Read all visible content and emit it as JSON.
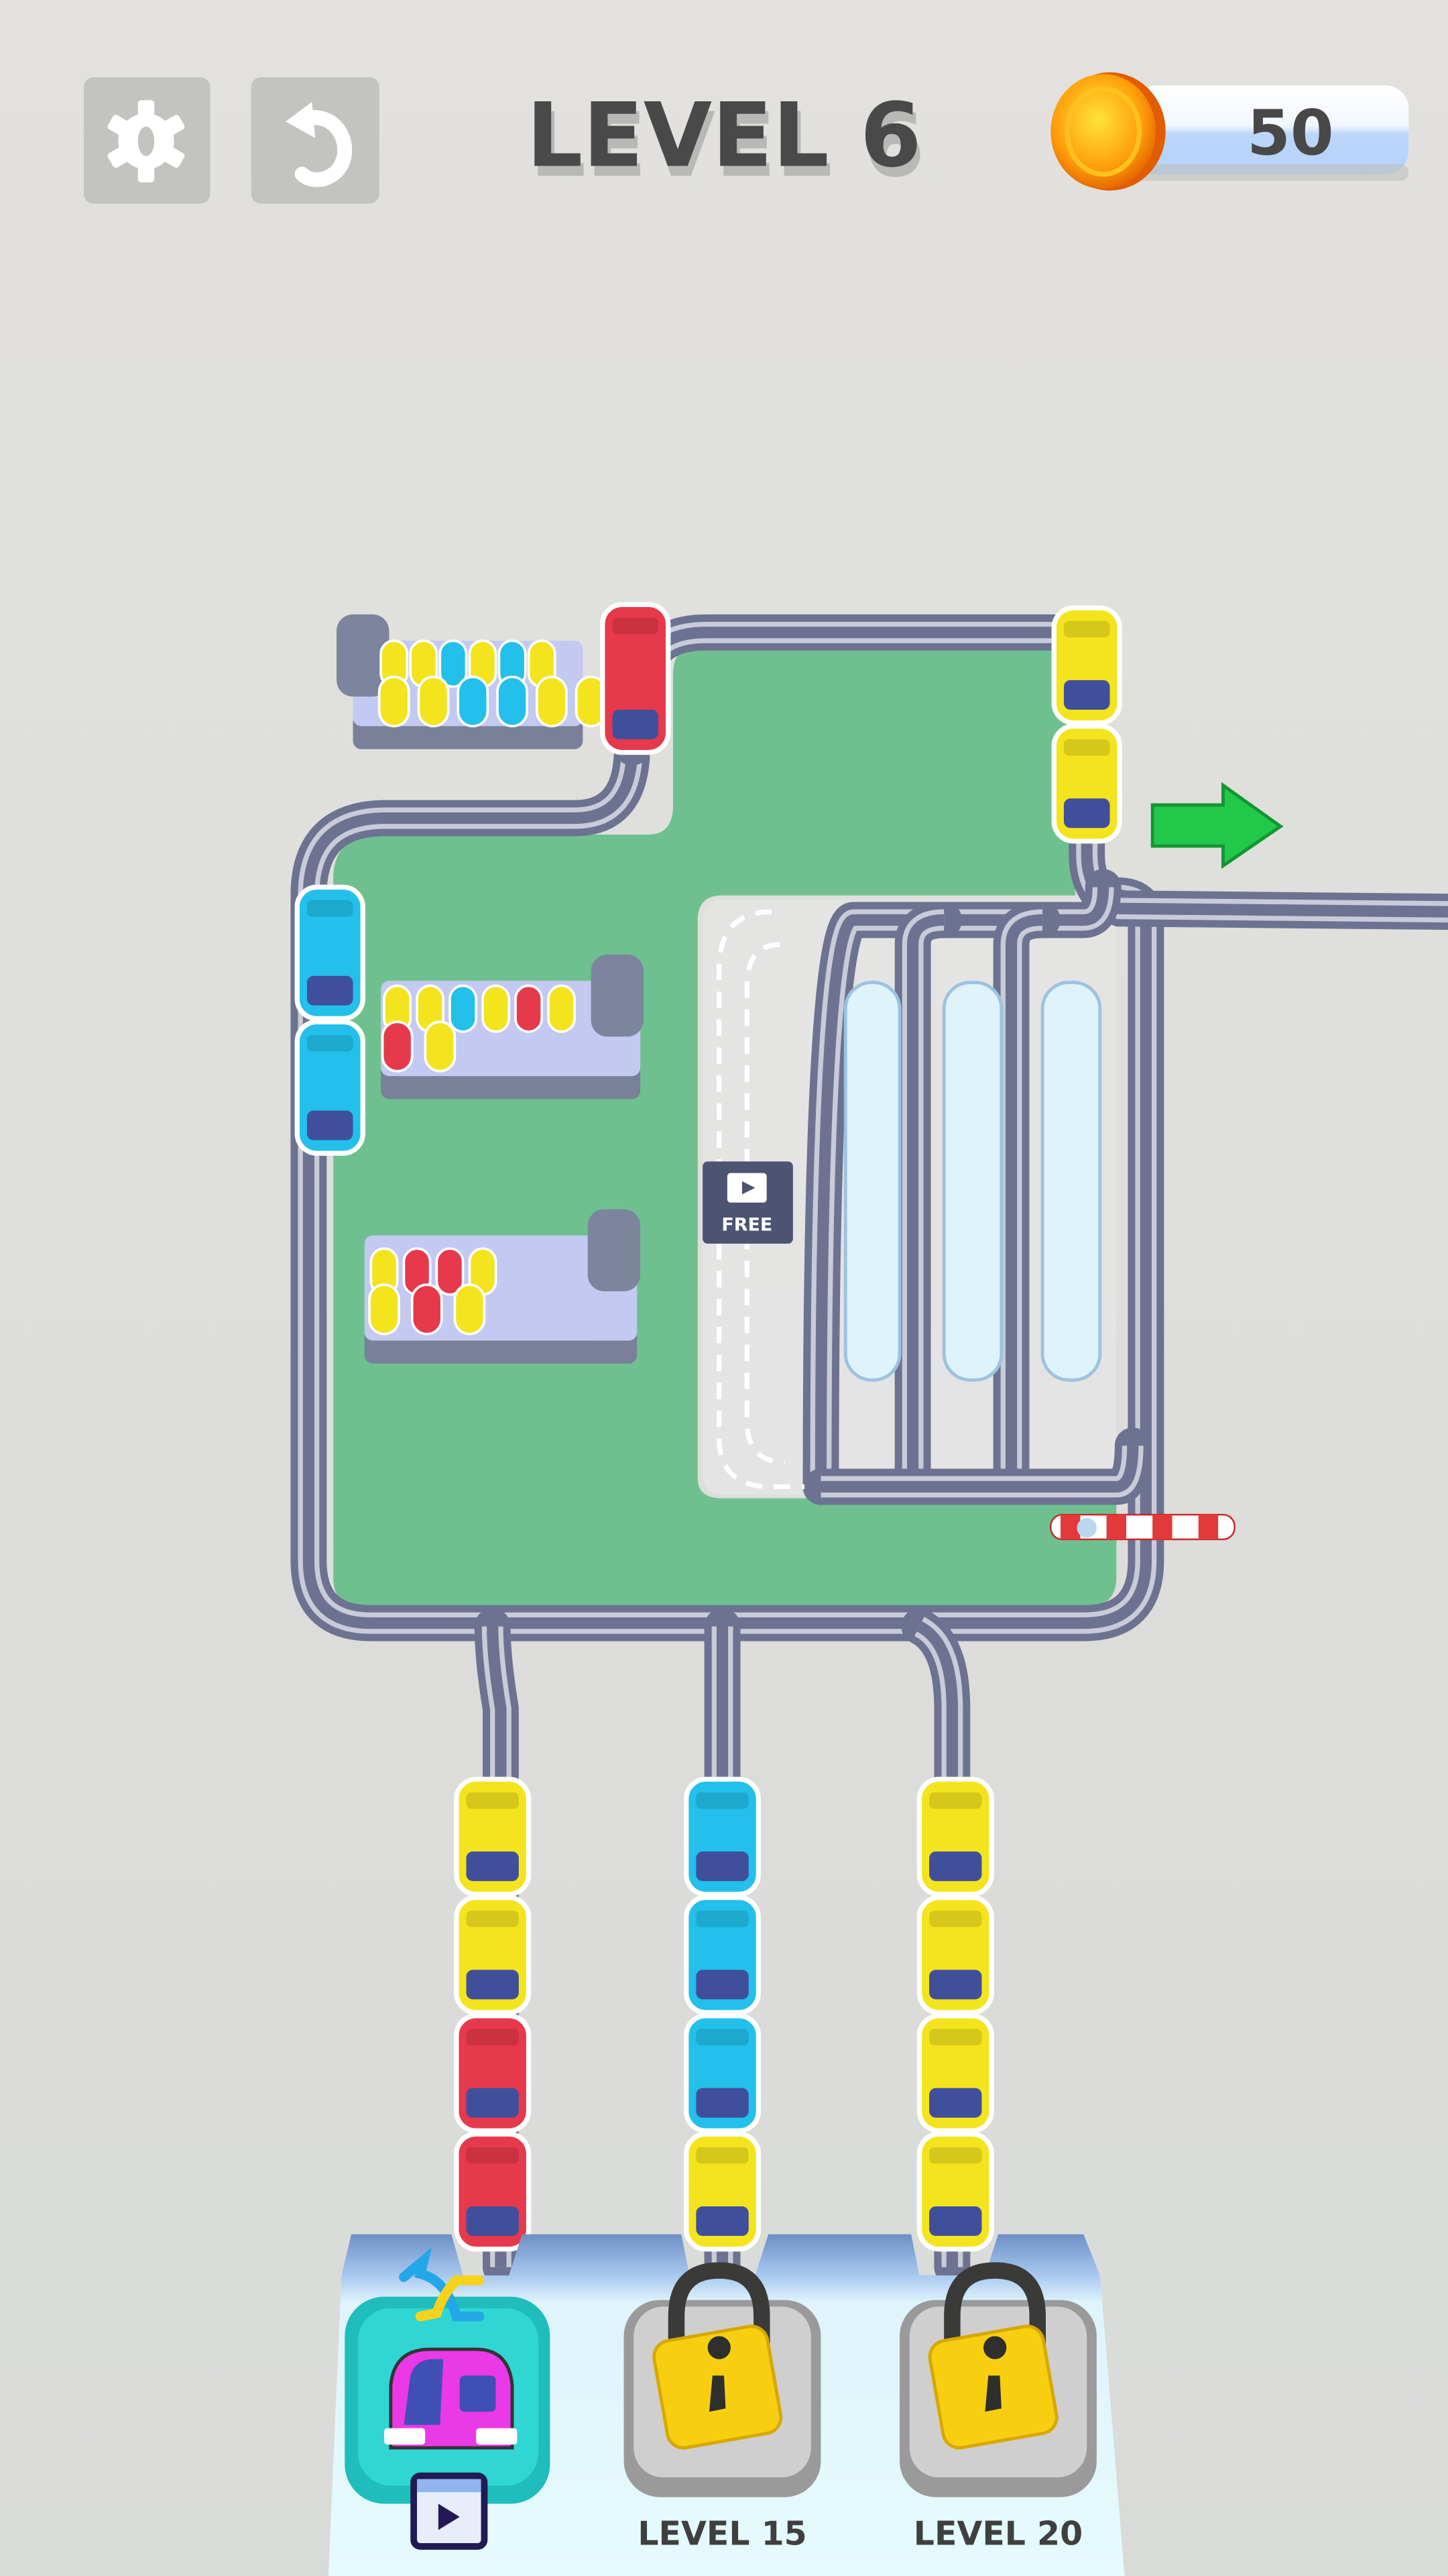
{
  "hud": {
    "settings_icon": "gear-icon",
    "undo_icon": "undo-icon",
    "level_title": "LEVEL 6",
    "coins": "50",
    "coin_icon": "coin-icon"
  },
  "board": {
    "free_label": "FREE",
    "exit_arrow_icon": "arrow-right-icon"
  },
  "colors": {
    "background": "#dcdcd9",
    "board": "#6ec18f",
    "track": "#6c7290",
    "yellow": "#f4e41e",
    "blue": "#22c0ea",
    "red": "#e6394b",
    "teal": "#2fd6d4",
    "arrow": "#22c84a"
  },
  "stations": [
    {
      "back": [
        "yellow",
        "yellow",
        "blue",
        "yellow",
        "blue",
        "yellow"
      ],
      "front": [
        "yellow",
        "yellow",
        "blue",
        "blue",
        "yellow",
        "yellow"
      ]
    },
    {
      "back": [
        "yellow",
        "yellow",
        "blue",
        "yellow",
        "red",
        "yellow"
      ],
      "front": [
        "red",
        "yellow"
      ]
    },
    {
      "back": [
        "yellow",
        "red",
        "red",
        "yellow"
      ],
      "front": [
        "yellow",
        "red",
        "yellow"
      ]
    }
  ],
  "board_trains": [
    {
      "cars": [
        "blue",
        "blue"
      ]
    },
    {
      "cars": [
        "red"
      ]
    },
    {
      "cars": [
        "yellow",
        "yellow"
      ]
    }
  ],
  "queue_lanes": [
    {
      "cars": [
        "yellow",
        "yellow",
        "red",
        "red"
      ]
    },
    {
      "cars": [
        "blue",
        "blue",
        "blue",
        "yellow"
      ]
    },
    {
      "cars": [
        "yellow",
        "yellow",
        "yellow",
        "yellow"
      ]
    }
  ],
  "boosters": [
    {
      "name": "shuffle-train",
      "icon": "shuffle-train-icon",
      "ad_icon": "video-ad-icon",
      "locked": false
    },
    {
      "name": "locked-slot-1",
      "icon": "padlock-icon",
      "label": "LEVEL 15",
      "locked": true
    },
    {
      "name": "locked-slot-2",
      "icon": "padlock-icon",
      "label": "LEVEL 20",
      "locked": true
    }
  ]
}
